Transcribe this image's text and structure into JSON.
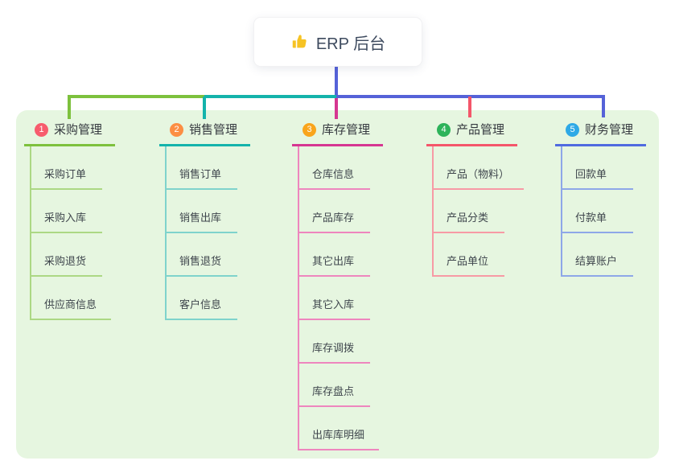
{
  "root": {
    "label": "ERP 后台",
    "icon": "thumbs-up",
    "icon_color": "#f6c324",
    "line_color": "#5562d8"
  },
  "canvas": {
    "background": "#ffffff",
    "panel_color": "#e6f6e0"
  },
  "branches": [
    {
      "num": "1",
      "label": "采购管理",
      "badge_color": "#f75c6d",
      "line_color": "#7dc13d",
      "light_color": "#acd884",
      "children": [
        "采购订单",
        "采购入库",
        "采购退货",
        "供应商信息"
      ]
    },
    {
      "num": "2",
      "label": "销售管理",
      "badge_color": "#fc8e43",
      "line_color": "#14b3ab",
      "light_color": "#7fd3cc",
      "children": [
        "销售订单",
        "销售出库",
        "销售退货",
        "客户信息"
      ]
    },
    {
      "num": "3",
      "label": "库存管理",
      "badge_color": "#f9a51c",
      "line_color": "#d63691",
      "light_color": "#ee86be",
      "children": [
        "仓库信息",
        "产品库存",
        "其它出库",
        "其它入库",
        "库存调拨",
        "库存盘点",
        "出库库明细"
      ]
    },
    {
      "num": "4",
      "label": "产品管理",
      "badge_color": "#2db35a",
      "line_color": "#f4566a",
      "light_color": "#f79aa5",
      "children": [
        "产品（物料）",
        "产品分类",
        "产品单位"
      ]
    },
    {
      "num": "5",
      "label": "财务管理",
      "badge_color": "#2ea9e6",
      "line_color": "#4f6be0",
      "light_color": "#8ea7e8",
      "children": [
        "回款单",
        "付款单",
        "结算账户"
      ]
    }
  ]
}
